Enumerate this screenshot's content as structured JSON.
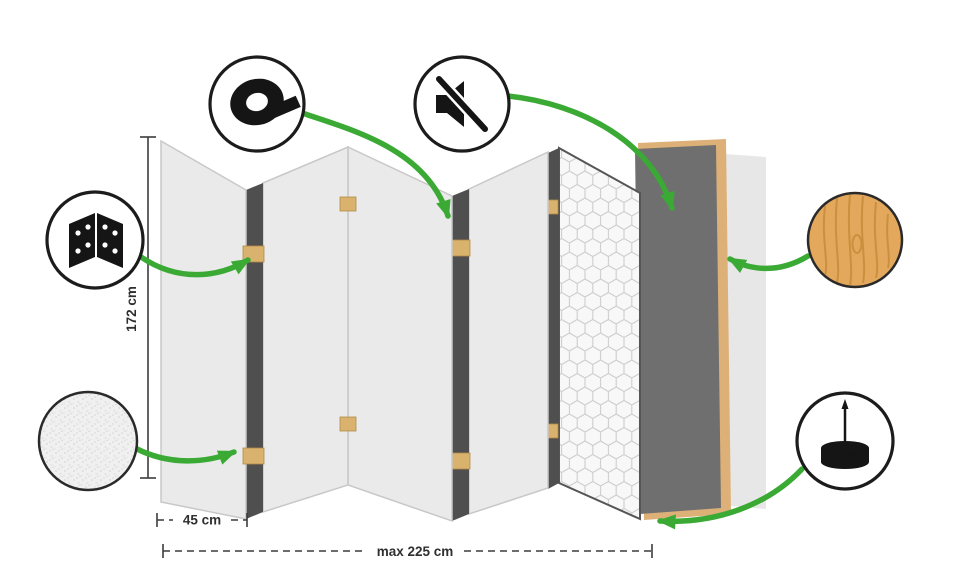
{
  "page": {
    "description": "Exploded construction diagram of a 5-panel folding room divider screen"
  },
  "colors": {
    "accent": "#3aaa35",
    "panel": "#eaeaea",
    "panel-edge": "#4f4f4f",
    "hinge-wood": "#d9b26e",
    "back-panel": "#6f6f6f",
    "wood-frame": "#ddb077",
    "backdrop": "#e7e7e7",
    "ink": "#151515",
    "dim-line": "#3c3c3c",
    "text": "#2f2f2f",
    "wood-sample": "#e3a85c",
    "wood-grain": "#c9913f"
  },
  "dimensions": {
    "height_label": "172 cm",
    "panel_width_label": "45 cm",
    "total_width_label": "max 225 cm"
  },
  "callouts": {
    "tape": {
      "icon": "adhesive-tape-icon"
    },
    "no_sound": {
      "icon": "no-sound-icon"
    },
    "hinge": {
      "icon": "hinge-icon"
    },
    "texture": {
      "icon": "fleece-texture-sample"
    },
    "wood": {
      "icon": "wood-material-sample"
    },
    "feet": {
      "icon": "floor-foot-icon"
    }
  }
}
